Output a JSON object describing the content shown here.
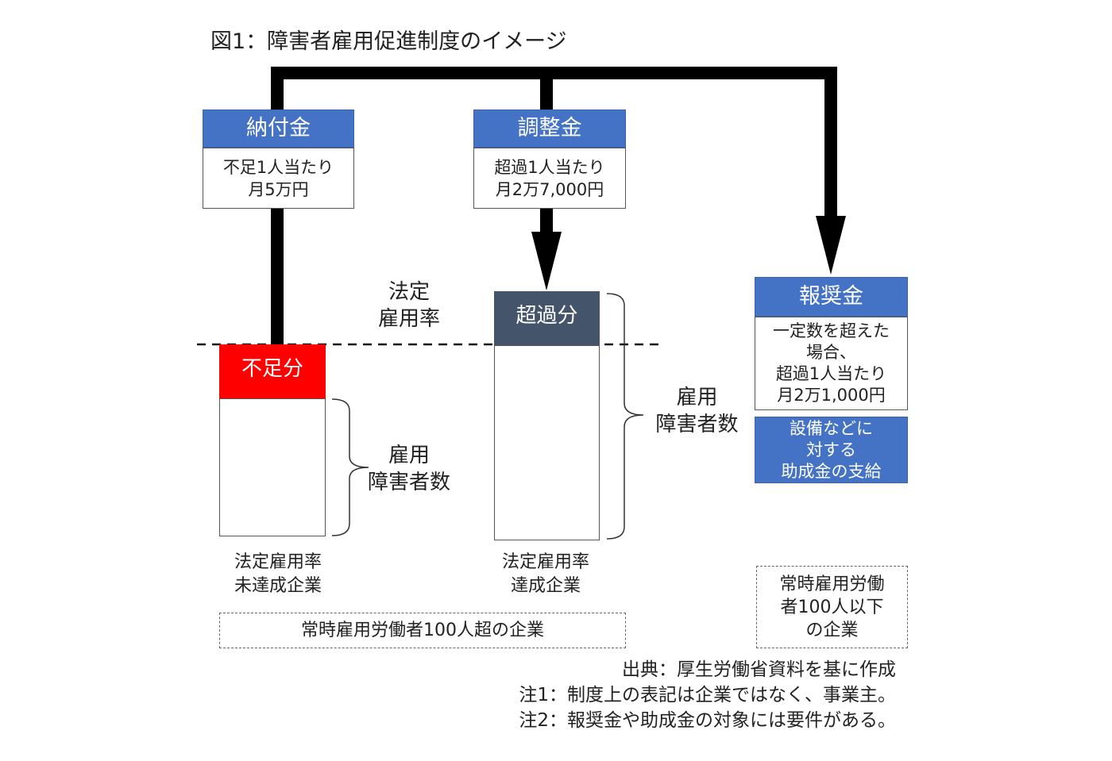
{
  "title": "図1：障害者雇用促進制度のイメージ",
  "levy": {
    "head": "納付金",
    "line1": "不足1人当たり",
    "line2": "月5万円"
  },
  "adjust": {
    "head": "調整金",
    "line1": "超過1人当たり",
    "line2": "月2万7,000円"
  },
  "reward": {
    "head": "報奨金",
    "line1": "一定数を超えた",
    "line2": "場合、",
    "line3": "超過1人当たり",
    "line4": "月2万1,000円"
  },
  "grant": {
    "line1": "設備などに",
    "line2": "対する",
    "line3": "助成金の支給"
  },
  "legal_rate": {
    "line1": "法定",
    "line2": "雇用率"
  },
  "shortfall_label": "不足分",
  "excess_label": "超過分",
  "employed_left": {
    "line1": "雇用",
    "line2": "障害者数"
  },
  "employed_right": {
    "line1": "雇用",
    "line2": "障害者数"
  },
  "company_unmet": {
    "line1": "法定雇用率",
    "line2": "未達成企業"
  },
  "company_met": {
    "line1": "法定雇用率",
    "line2": "達成企業"
  },
  "large_companies": "常時雇用労働者100人超の企業",
  "small_companies": {
    "line1": "常時雇用労働",
    "line2": "者100人以下",
    "line3": "の企業"
  },
  "notes": {
    "source": "出典：厚生労働省資料を基に作成",
    "note1": "注1：制度上の表記は企業ではなく、事業主。",
    "note2": "注2：報奨金や助成金の対象には要件がある。"
  },
  "colors": {
    "blue": "#4472c4",
    "red": "#ff0000",
    "slate": "#44546a",
    "black": "#000000"
  }
}
